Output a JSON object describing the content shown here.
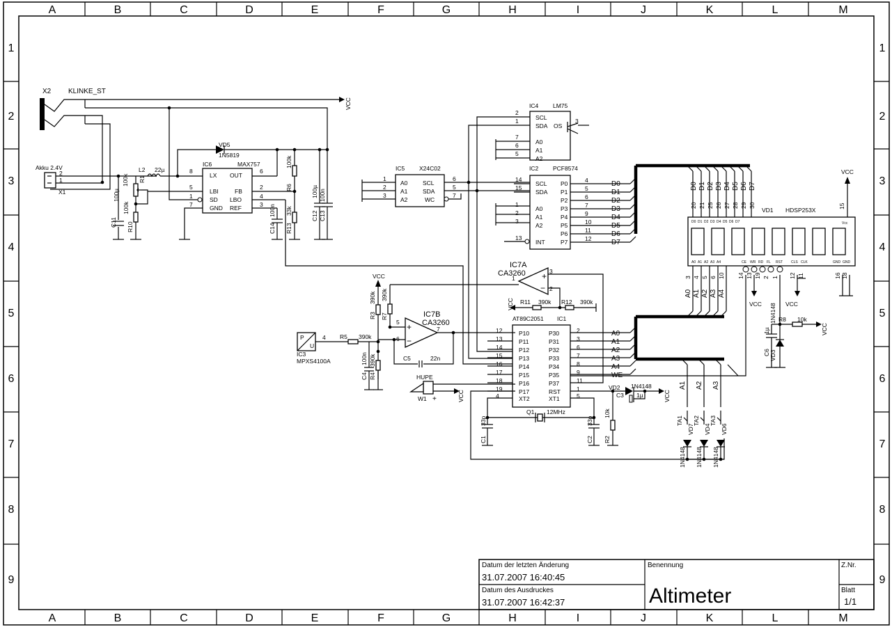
{
  "columns": [
    "A",
    "B",
    "C",
    "D",
    "E",
    "F",
    "G",
    "H",
    "I",
    "J",
    "K",
    "L",
    "M"
  ],
  "rows": [
    "1",
    "2",
    "3",
    "4",
    "5",
    "6",
    "7",
    "8",
    "9"
  ],
  "title_block": {
    "last_change_label": "Datum der letzten Änderung",
    "last_change_value": "31.07.2007 16:40:45",
    "print_label": "Datum des Ausdruckes",
    "print_value": "31.07.2007 16:42:37",
    "name_label": "Benennung",
    "name_value": "Altimeter",
    "drawing_no_label": "Z.Nr.",
    "sheet_label": "Blatt",
    "sheet_value": "1/1"
  },
  "components": {
    "x2": {
      "ref": "X2",
      "value": "KLINKE_ST"
    },
    "x1": {
      "ref": "X1",
      "value": "Akku 2.4V",
      "pins": [
        "2",
        "1"
      ]
    },
    "ic6": {
      "ref": "IC6",
      "value": "MAX757",
      "pins_left": [
        "LX",
        "LBI",
        "SD",
        "GND"
      ],
      "pins_right": [
        "OUT",
        "FB",
        "LBO",
        "REF"
      ],
      "nums_left": [
        "8",
        "5",
        "1",
        "7"
      ],
      "nums_right": [
        "6",
        "2",
        "4",
        "3"
      ]
    },
    "vd5": {
      "ref": "VD5",
      "value": "1N5819"
    },
    "l2": {
      "ref": "L2",
      "value": "22µ"
    },
    "r1": {
      "ref": "R1",
      "value": "100k"
    },
    "r10": {
      "ref": "R10",
      "value": "100k"
    },
    "c11": {
      "ref": "C11",
      "value": "100µ"
    },
    "r6": {
      "ref": "R6",
      "value": "100k"
    },
    "r13": {
      "ref": "R13",
      "value": "33k"
    },
    "c14": {
      "ref": "C14",
      "value": "100n"
    },
    "c12": {
      "ref": "C12",
      "value": "100µ"
    },
    "c13": {
      "ref": "C13",
      "value": "100n"
    },
    "ic5": {
      "ref": "IC5",
      "value": "X24C02",
      "pins_left": [
        "A0",
        "A1",
        "A2"
      ],
      "pins_right": [
        "SCL",
        "SDA",
        "WC"
      ],
      "nums_left": [
        "1",
        "2",
        "3"
      ],
      "nums_right": [
        "6",
        "5",
        "7"
      ]
    },
    "ic4": {
      "ref": "IC4",
      "value": "LM75",
      "pins": [
        "SCL",
        "SDA",
        "OS",
        "A0",
        "A1",
        "A2"
      ],
      "nums": [
        "2",
        "1",
        "3",
        "7",
        "6",
        "5"
      ]
    },
    "ic2": {
      "ref": "IC2",
      "value": "PCF8574",
      "pins_left": [
        "SCL",
        "SDA",
        "A0",
        "A1",
        "A2",
        "INT"
      ],
      "nums_left": [
        "14",
        "15",
        "1",
        "2",
        "3",
        "13"
      ],
      "pins_right": [
        "P0",
        "P1",
        "P2",
        "P3",
        "P4",
        "P5",
        "P6",
        "P7"
      ],
      "nums_right": [
        "4",
        "5",
        "6",
        "7",
        "9",
        "10",
        "11",
        "12"
      ],
      "nets_right": [
        "D0",
        "D1",
        "D2",
        "D3",
        "D4",
        "D5",
        "D6",
        "D7"
      ]
    },
    "vd1": {
      "ref": "VD1",
      "value": "HDSP253X",
      "top_pins": [
        "20",
        "21",
        "25",
        "26",
        "27",
        "28",
        "29",
        "30"
      ],
      "top_nets": [
        "D0",
        "D1",
        "D2",
        "D3",
        "D4",
        "D5",
        "D6",
        "D7"
      ],
      "pin15": "15",
      "vcc": "VCC",
      "inner_top": [
        "D0",
        "D1",
        "D2",
        "D3",
        "D4",
        "D5",
        "D6",
        "D7"
      ],
      "inner_vcc": "Vcc",
      "inner_bottom": [
        "A0",
        "A1",
        "A2",
        "A3",
        "A4",
        "CE",
        "WR",
        "RD",
        "FL",
        "RST",
        "CLS",
        "CLK",
        "GND",
        "GND"
      ],
      "bottom_pins": [
        "3",
        "4",
        "5",
        "6",
        "10",
        "14",
        "13",
        "19",
        "2",
        "1",
        "12",
        "11",
        "16",
        "18"
      ],
      "bottom_nets": [
        "A0",
        "A1",
        "A2",
        "A3",
        "A4"
      ]
    },
    "ic7a": {
      "ref": "IC7A",
      "value": "CA3260",
      "pins": [
        "1",
        "3",
        "2"
      ]
    },
    "ic7b": {
      "ref": "IC7B",
      "value": "CA3260",
      "pins": [
        "5",
        "6",
        "7"
      ]
    },
    "r11": {
      "ref": "R11",
      "value": "390k"
    },
    "r12": {
      "ref": "R12",
      "value": "390k"
    },
    "r3": {
      "ref": "R3",
      "value": "390k"
    },
    "r7": {
      "ref": "R7",
      "value": "390k"
    },
    "r5": {
      "ref": "R5",
      "value": "390k"
    },
    "r4": {
      "ref": "R4",
      "value": "390k"
    },
    "c4": {
      "ref": "C4",
      "value": "100n"
    },
    "c5": {
      "ref": "C5",
      "value": "22n"
    },
    "ic3": {
      "ref": "IC3",
      "value": "MPXS4100A",
      "pin": "4",
      "inner": [
        "P",
        "U"
      ]
    },
    "ic1": {
      "ref": "IC1",
      "value": "AT89C2051",
      "pins_left": [
        "P10",
        "P11",
        "P12",
        "P13",
        "P14",
        "P15",
        "P16",
        "P17",
        "XT2"
      ],
      "nums_left": [
        "12",
        "13",
        "14",
        "15",
        "16",
        "17",
        "18",
        "19",
        "4"
      ],
      "pins_right": [
        "P30",
        "P31",
        "P32",
        "P33",
        "P34",
        "P35",
        "P37",
        "RST",
        "XT1"
      ],
      "nums_right": [
        "2",
        "3",
        "6",
        "7",
        "8",
        "9",
        "11",
        "1",
        "5"
      ],
      "nets_right": [
        "A0",
        "A1",
        "A2",
        "A3",
        "A4",
        "WE"
      ]
    },
    "hupe": {
      "ref": "W1",
      "value": "HUPE"
    },
    "vd2": {
      "ref": "VD2",
      "value": "1N4148"
    },
    "c3": {
      "ref": "C3",
      "value": "1µ"
    },
    "q1": {
      "ref": "Q1",
      "value": "12MHz"
    },
    "c1": {
      "ref": "C1",
      "value": "33p"
    },
    "c2": {
      "ref": "C2",
      "value": "33p"
    },
    "r2": {
      "ref": "R2",
      "value": "10k"
    },
    "r8": {
      "ref": "R8",
      "value": "10k"
    },
    "c6": {
      "ref": "C6",
      "value": "1µ"
    },
    "vd3": {
      "ref": "VD3",
      "value": "1N4148"
    },
    "ta1": {
      "ref": "TA1",
      "diode": "VD7",
      "diode_value": "1N4148",
      "net": "A1"
    },
    "ta2": {
      "ref": "TA2",
      "diode": "VD4",
      "diode_value": "1N4148",
      "net": "A2"
    },
    "ta3": {
      "ref": "TA3",
      "diode": "VD6",
      "diode_value": "1N4148",
      "net": "A3"
    }
  },
  "nets": {
    "vcc": "VCC"
  }
}
